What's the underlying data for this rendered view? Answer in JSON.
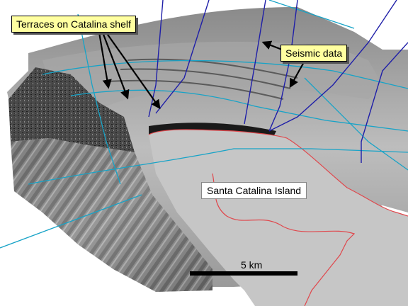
{
  "map": {
    "labels": {
      "terraces": "Terraces on Catalina shelf",
      "seismic": "Seismic data",
      "island": "Santa Catalina Island",
      "scale": "5 km"
    },
    "colors": {
      "island_fill": "#c6c6c6",
      "coastline": "#e0474c",
      "survey_lines_dark": "#1f1fa8",
      "survey_lines_cyan": "#17a3c7",
      "callout_fill": "#ffffa0",
      "shelf_break": "#1a1a1a"
    }
  }
}
